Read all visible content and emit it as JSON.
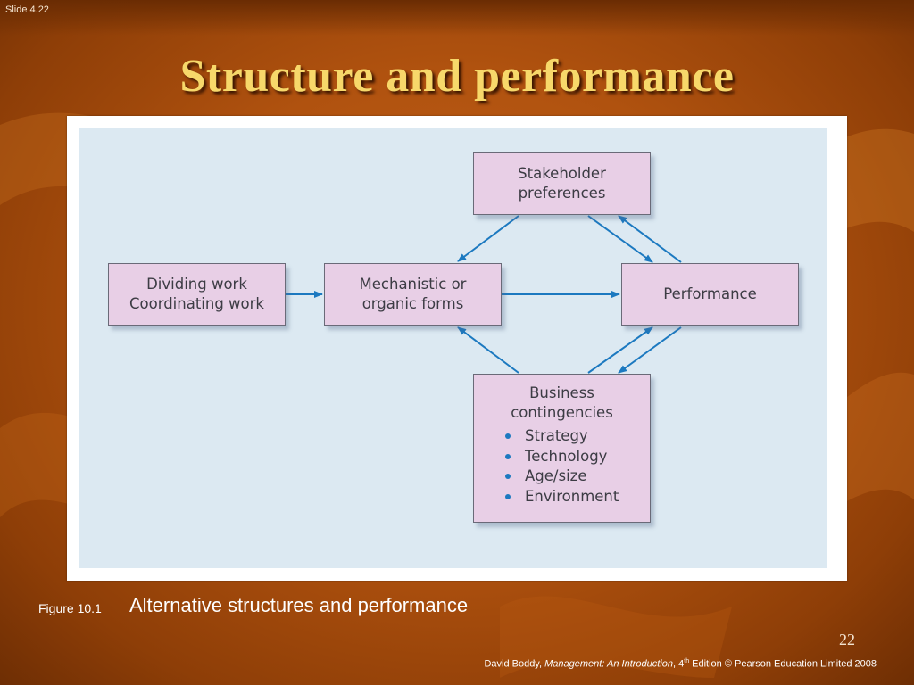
{
  "slide": {
    "slide_label": "Slide 4.22",
    "title": "Structure and performance",
    "page_number": "22"
  },
  "diagram": {
    "nodes": {
      "stakeholder": {
        "lines": [
          "Stakeholder",
          "preferences"
        ]
      },
      "dividing": {
        "lines": [
          "Dividing work",
          "Coordinating work"
        ]
      },
      "mechanistic": {
        "lines": [
          "Mechanistic or",
          "organic forms"
        ]
      },
      "performance": {
        "lines": [
          "Performance"
        ]
      },
      "contingencies": {
        "lines": [
          "Business",
          "contingencies"
        ],
        "bullets": [
          "Strategy",
          "Technology",
          "Age/size",
          "Environment"
        ]
      }
    },
    "edges": [
      {
        "from": "dividing",
        "to": "mechanistic"
      },
      {
        "from": "mechanistic",
        "to": "performance"
      },
      {
        "from": "stakeholder",
        "to": "mechanistic"
      },
      {
        "from": "stakeholder",
        "to": "performance"
      },
      {
        "from": "performance",
        "to": "stakeholder"
      },
      {
        "from": "contingencies",
        "to": "mechanistic"
      },
      {
        "from": "contingencies",
        "to": "performance"
      },
      {
        "from": "performance",
        "to": "contingencies"
      }
    ],
    "colors": {
      "arrow": "#1c79c0",
      "box_fill": "#e8cfe6",
      "panel": "#dce9f2"
    }
  },
  "caption": {
    "label": "Figure 10.1",
    "text": "Alternative structures and performance"
  },
  "footer": {
    "author": "David Boddy, ",
    "book": "Management: An Introduction",
    "edition_num": ", 4",
    "edition_sup": "th",
    "rest": " Edition © Pearson Education Limited 2008"
  }
}
